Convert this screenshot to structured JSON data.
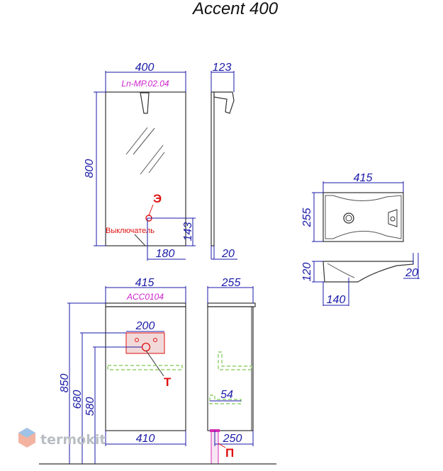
{
  "title": "Accent 400",
  "mirror": {
    "model": "Ln-MP.02.04",
    "width": "400",
    "height": "800",
    "depth": "123",
    "mount_depth": "20",
    "socket_offset_x": "180",
    "socket_height": "143",
    "socket_label": "Э",
    "switch_label": "Выключатель"
  },
  "basin": {
    "width": "415",
    "depth": "255",
    "height": "120",
    "drain_offset": "140",
    "rim": "20"
  },
  "cabinet": {
    "model": "ACC0104",
    "top_width": "415",
    "depth": "255",
    "panel_width": "200",
    "h850": "850",
    "h680": "680",
    "h580": "580",
    "bottom_width": "410",
    "side_gap": "54",
    "drain_distance": "250",
    "pipe_label": "Т",
    "floor_drain_label": "П"
  },
  "colors": {
    "dimension": "#1a1aa8",
    "model": "#cc22cc",
    "marker": "#e01010",
    "shelf": "#7ec850"
  },
  "watermark": {
    "text": "termokit"
  }
}
